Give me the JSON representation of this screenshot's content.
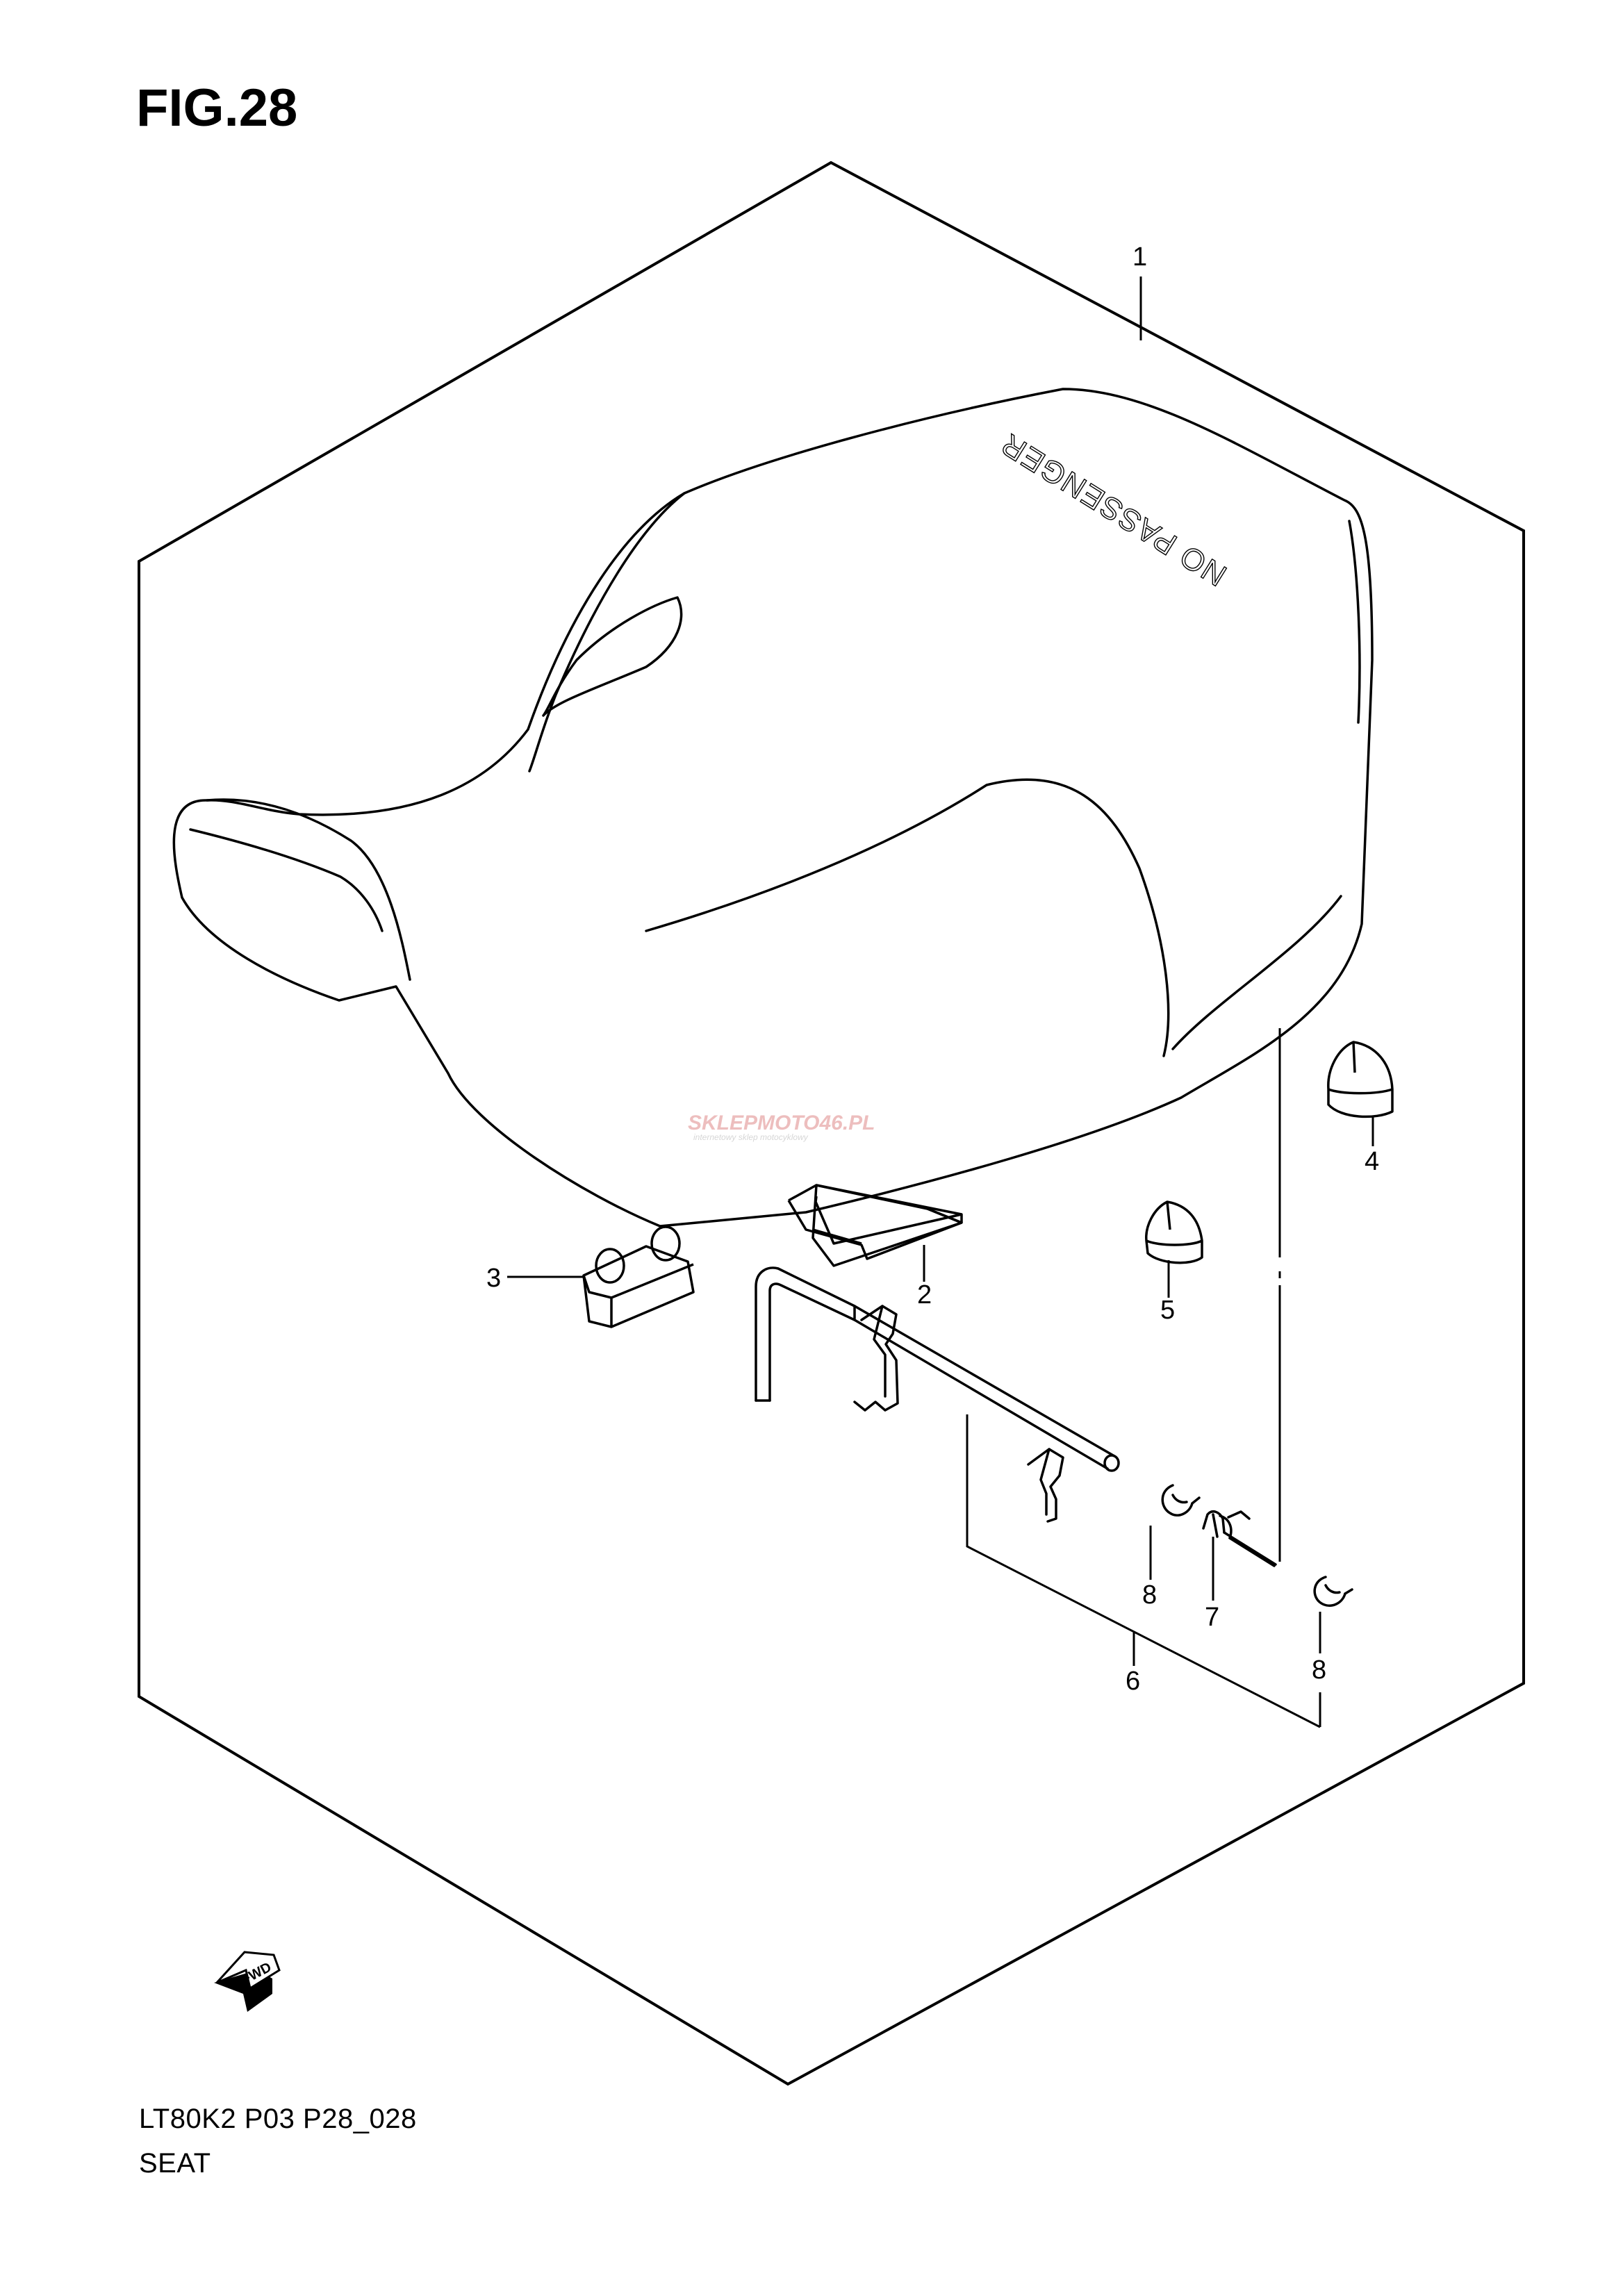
{
  "figure": {
    "title": "FIG.28",
    "model_code": "LT80K2 P03 P28_028",
    "section": "SEAT"
  },
  "seat_marking": "NO PASSENGER",
  "forward_marker": "FWD",
  "watermark": {
    "text": "SKLEPMOTO46.PL",
    "tagline": "internetowy sklep motocyklowy"
  },
  "callouts": [
    {
      "id": "1",
      "label": "1"
    },
    {
      "id": "2",
      "label": "2"
    },
    {
      "id": "3",
      "label": "3"
    },
    {
      "id": "4",
      "label": "4"
    },
    {
      "id": "5",
      "label": "5"
    },
    {
      "id": "6",
      "label": "6"
    },
    {
      "id": "7",
      "label": "7"
    },
    {
      "id": "8a",
      "label": "8"
    },
    {
      "id": "8b",
      "label": "8"
    }
  ],
  "colors": {
    "line": "#000000",
    "background": "#ffffff",
    "watermark": "#e08a8a"
  }
}
